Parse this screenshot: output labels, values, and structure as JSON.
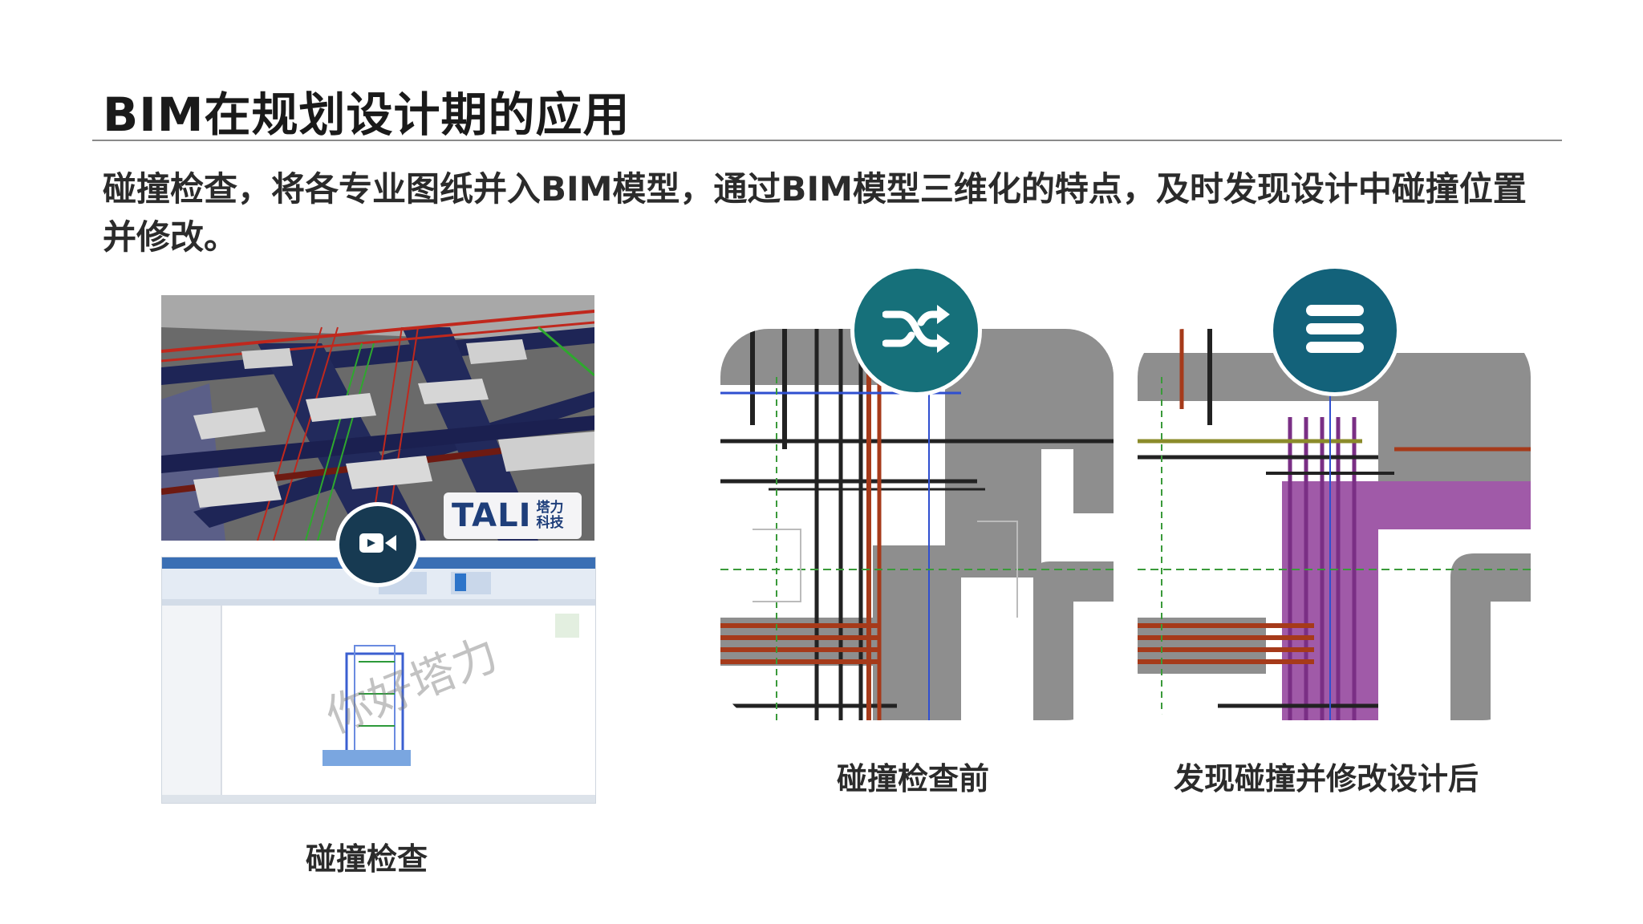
{
  "slide": {
    "title": "BIM在规划设计期的应用",
    "description": "碰撞检查，将各专业图纸并入BIM模型，通过BIM模型三维化的特点，及时发现设计中碰撞位置并修改。"
  },
  "left_panel": {
    "logo_text": "TALI",
    "logo_sub_1": "塔力",
    "logo_sub_2": "科技",
    "watermark": "你好塔力",
    "icon": "video-camera-icon",
    "caption": "碰撞检查"
  },
  "before_panel": {
    "icon": "shuffle-icon",
    "caption": "碰撞检查前"
  },
  "after_panel": {
    "icon": "menu-icon",
    "caption": "发现碰撞并修改设计后"
  },
  "colors": {
    "icon_dark_navy": "#173a52",
    "icon_teal": "#16707a",
    "icon_blue": "#13627a",
    "pipe_gray": "#8e8e8e",
    "pipe_red": "#a63a1a",
    "pipe_magenta": "#a05aa8"
  }
}
